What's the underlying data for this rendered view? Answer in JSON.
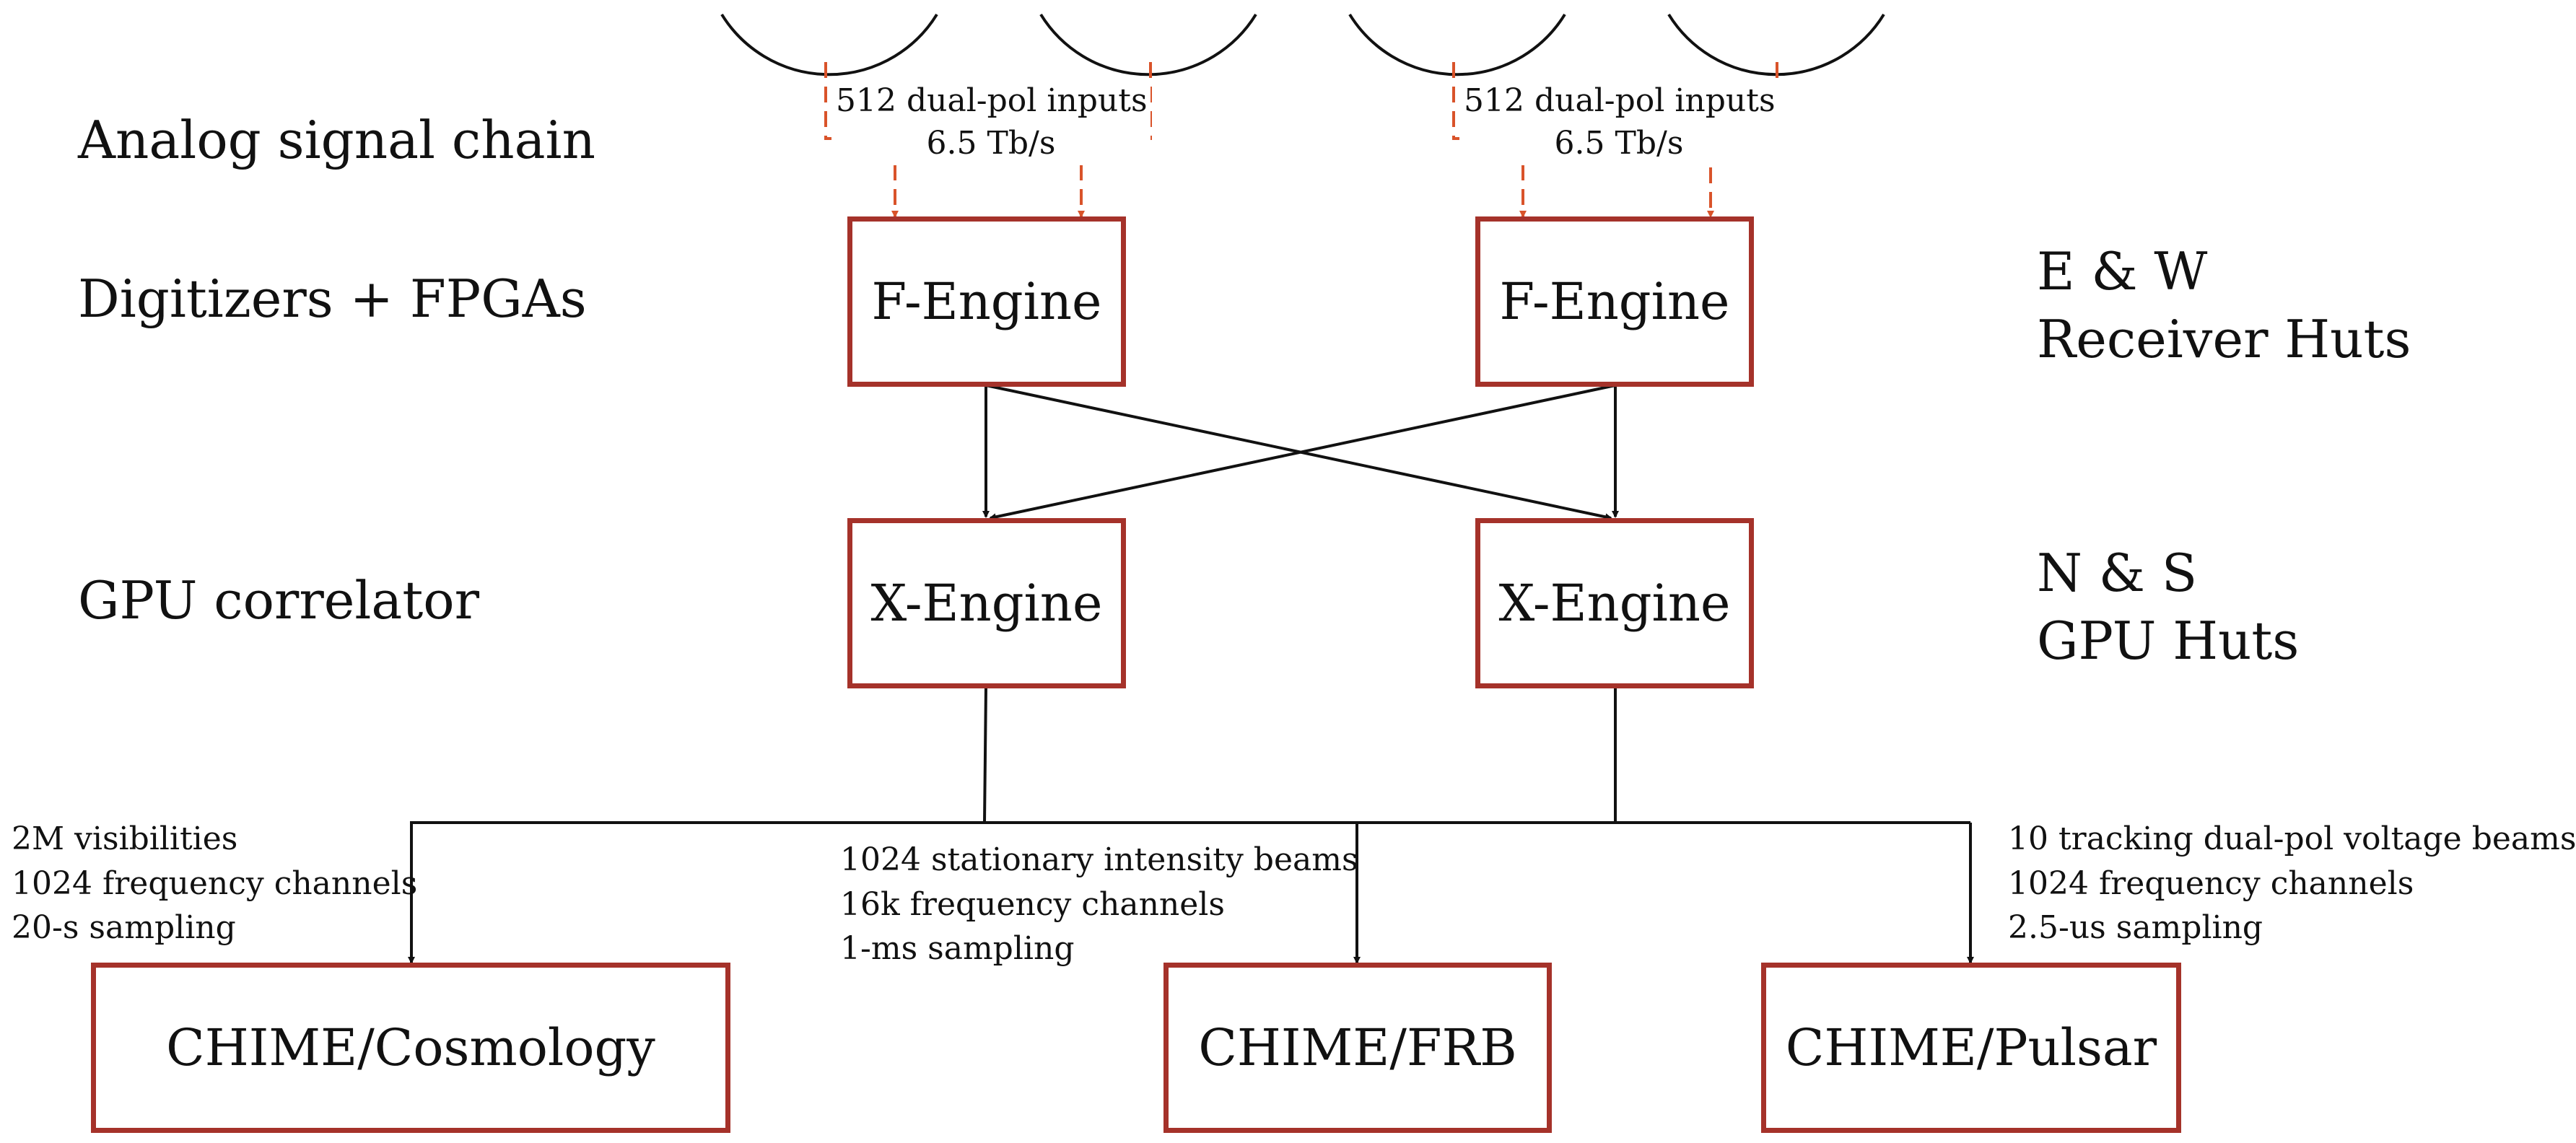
{
  "stage_labels": {
    "analog": "Analog signal chain",
    "digitizers": "Digitizers + FPGAs",
    "gpu": "GPU correlator"
  },
  "huts": {
    "receiver": [
      "E & W",
      "Receiver Huts"
    ],
    "gpu": [
      "N & S",
      "GPU Huts"
    ]
  },
  "inputs": [
    {
      "line1": "512 dual-pol inputs",
      "line2": "6.5 Tb/s"
    },
    {
      "line1": "512 dual-pol inputs",
      "line2": "6.5 Tb/s"
    }
  ],
  "f_engines": [
    "F-Engine",
    "F-Engine"
  ],
  "x_engines": [
    "X-Engine",
    "X-Engine"
  ],
  "outputs": [
    {
      "box": "CHIME/Cosmology",
      "lines": [
        "2M visibilities",
        "1024 frequency channels",
        "20-s sampling"
      ]
    },
    {
      "box": "CHIME/FRB",
      "lines": [
        "1024 stationary intensity beams",
        "16k frequency channels",
        "1-ms sampling"
      ]
    },
    {
      "box": "CHIME/Pulsar",
      "lines": [
        "10 tracking dual-pol voltage beams",
        "1024 frequency channels",
        "2.5-us sampling"
      ]
    }
  ],
  "colors": {
    "box_border": "#a5322a",
    "dashed_arrow": "#d9532a",
    "line": "#111111"
  }
}
